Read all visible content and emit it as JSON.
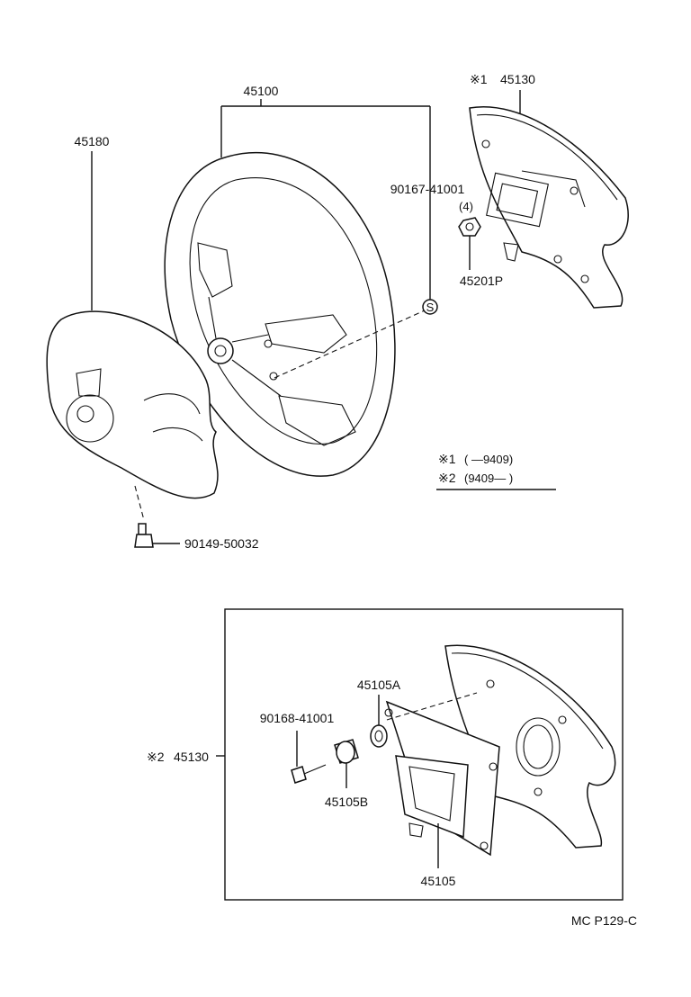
{
  "upper": {
    "wheel_part": "45100",
    "pad_part": "45180",
    "bolt_part": "90167-41001",
    "bolt_qty": "(4)",
    "nut_part": "45201P",
    "screw_part": "90149-50032",
    "s_mark": "S",
    "cover1_part": "45130",
    "cover1_mark": "※1"
  },
  "legend": {
    "note1_mark": "※1",
    "note1_range": "(        —9409)",
    "note2_mark": "※2",
    "note2_range": "(9409—         )"
  },
  "lower": {
    "cover2_mark": "※2",
    "cover2_part": "45130",
    "screw_part": "90168-41001",
    "collar_a": "45105A",
    "collar_b": "45105B",
    "bracket_part": "45105"
  },
  "footer": {
    "code": "MC  P129-C"
  }
}
